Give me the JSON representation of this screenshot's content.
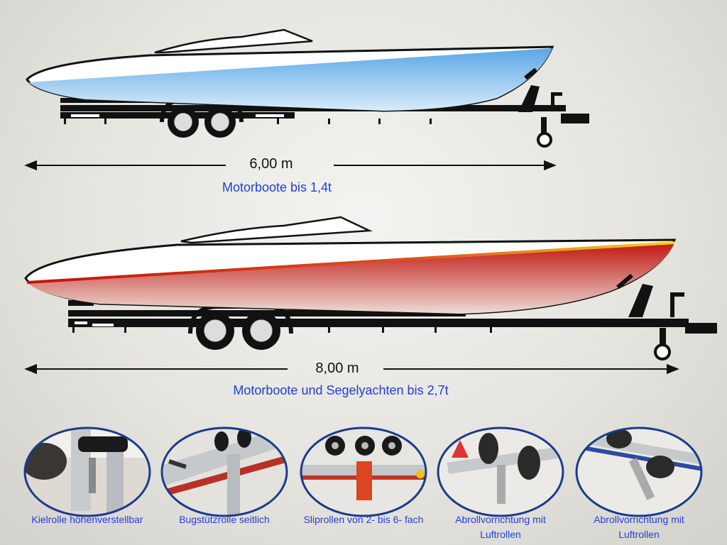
{
  "top_trailer": {
    "length_label": "6,00 m",
    "caption": "Motorboote bis 1,4t"
  },
  "bottom_trailer": {
    "length_label": "8,00 m",
    "caption": "Motorboote und Segelyachten bis 2,7t"
  },
  "details": [
    {
      "label": "Kielrolle höhenverstellbar",
      "icon": "keel-roller-photo"
    },
    {
      "label": "Bugstützrolle seitlich",
      "icon": "bow-support-roller-photo"
    },
    {
      "label": "Sliprollen von 2- bis 6- fach",
      "icon": "slip-rollers-photo"
    },
    {
      "label": "Abrollvorrichtung mit Luftrollen",
      "icon": "air-roller-device-photo"
    },
    {
      "label": "Abrollvorrichtung mit Luftrollen",
      "icon": "air-roller-device-photo"
    }
  ],
  "colors": {
    "caption": "#1f3fd8",
    "hull_blue": "#8fc3ec",
    "hull_red": "#b01410",
    "frame_border": "#1b3a8c"
  }
}
